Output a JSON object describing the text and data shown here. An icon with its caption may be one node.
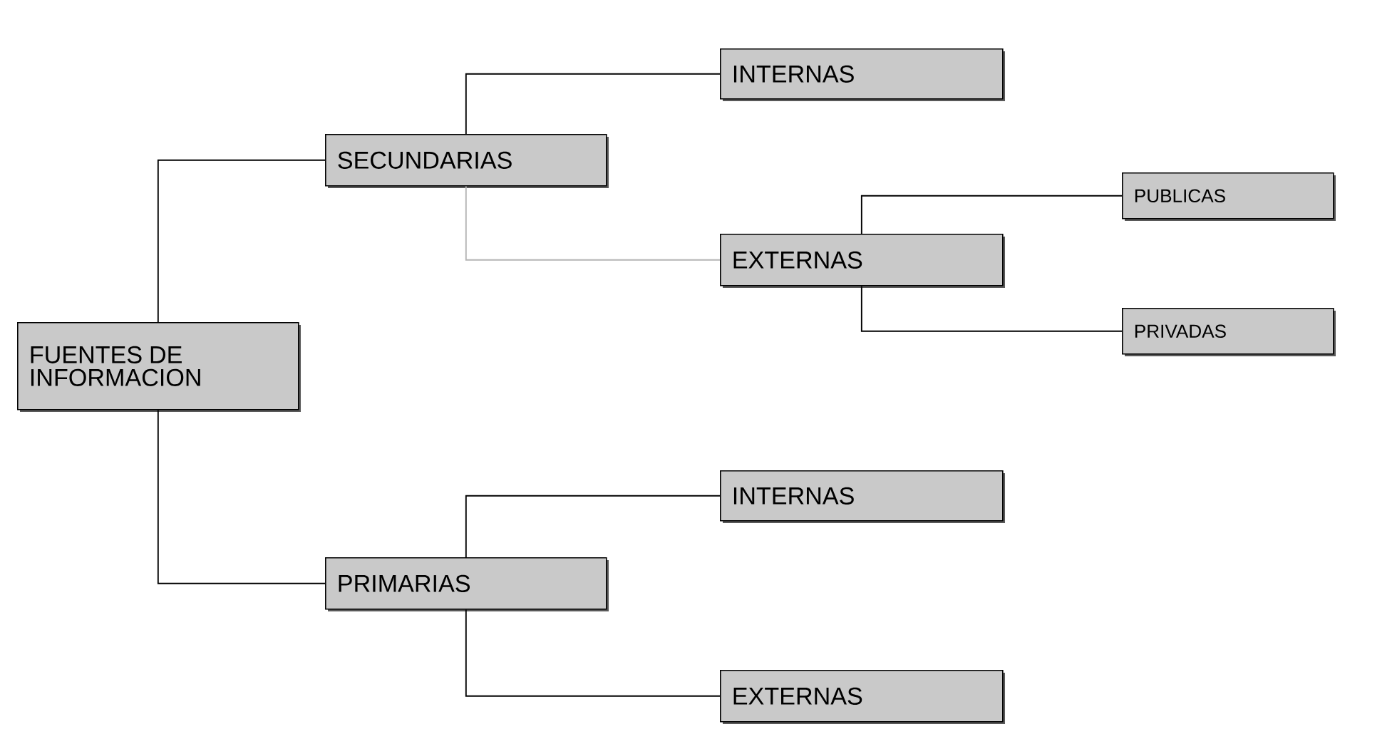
{
  "diagram": {
    "nodes": [
      {
        "text": [
          "FUENTES DE INFORMACION"
        ]
      },
      {
        "text": [
          "SECUNDARIAS"
        ]
      },
      {
        "text": [
          "INTERNAS"
        ]
      },
      {
        "text": [
          "EXTERNAS"
        ]
      },
      {
        "text": [
          "PUBLICAS"
        ]
      },
      {
        "text": [
          "PRIVADAS"
        ]
      },
      {
        "text": [
          "PRIMARIAS"
        ]
      },
      {
        "text": [
          "INTERNAS"
        ]
      },
      {
        "text": [
          "EXTERNAS"
        ]
      }
    ],
    "edges": [
      {
        "from": 0,
        "to": 1,
        "arrow": "none"
      },
      {
        "from": 0,
        "to": 6,
        "arrow": "none"
      },
      {
        "from": 1,
        "to": 2,
        "arrow": "none"
      },
      {
        "from": 1,
        "to": 3,
        "arrow": "none",
        "color": "#b4b4b4"
      },
      {
        "from": 3,
        "to": 4,
        "arrow": "none"
      },
      {
        "from": 3,
        "to": 5,
        "arrow": "none"
      },
      {
        "from": 6,
        "to": 7,
        "arrow": "none"
      },
      {
        "from": 6,
        "to": 8,
        "arrow": "none"
      }
    ]
  }
}
